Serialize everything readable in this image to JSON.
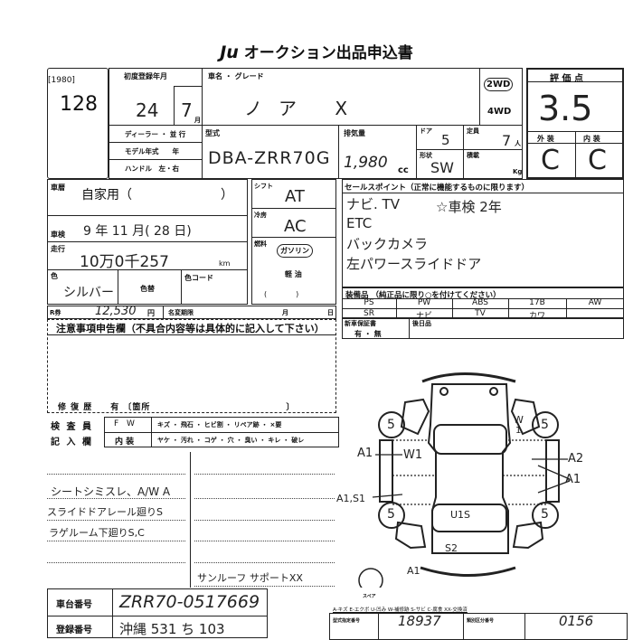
{
  "header": {
    "logo": "Ju",
    "title": "オークション出品申込書"
  },
  "lot": {
    "code": "[1980]",
    "number": "128"
  },
  "first_reg": {
    "label": "初度登録年月",
    "year": "24",
    "month": "7",
    "month_unit": "月"
  },
  "car_name": {
    "label": "車名 ・ グレード",
    "value": "ノア X"
  },
  "drive": {
    "wd2": "2WD",
    "wd4": "4WD"
  },
  "score": {
    "label": "評 価 点",
    "value": "3.5",
    "exterior_label": "外 装",
    "interior_label": "内 装",
    "exterior": "C",
    "interior": "C"
  },
  "dealer": {
    "label": "ディーラー ・ 並 行",
    "model_year_label": "モデル年式　　年",
    "handle_label": "ハンドル　左・右"
  },
  "model": {
    "label": "型式",
    "value": "DBA-ZRR70G"
  },
  "displacement": {
    "label": "排気量",
    "value": "1,980",
    "unit": "cc"
  },
  "doors": {
    "label": "ドア",
    "value": "5"
  },
  "capacity": {
    "label": "定員",
    "value": "7",
    "unit": "人"
  },
  "shape": {
    "label": "形状",
    "value": "SW"
  },
  "load": {
    "label": "積載",
    "unit": "Kg"
  },
  "history": {
    "label": "車暦",
    "value": "自家用（　　　　　　　）"
  },
  "shaken": {
    "label": "車検",
    "value": "9 年 11 月( 28 日)"
  },
  "mileage": {
    "label": "走行",
    "value": "10万0千257",
    "unit": "km"
  },
  "color": {
    "label": "色",
    "value": "シルバー",
    "change_label": "色替",
    "code_label": "色コード"
  },
  "shift": {
    "label": "シフト",
    "value": "AT"
  },
  "ac": {
    "label": "冷房",
    "value": "AC"
  },
  "fuel": {
    "label": "燃料",
    "gasoline": "ガソリン",
    "diesel": "軽 油",
    "other": "(　　　　)"
  },
  "recycle": {
    "label": "R券",
    "value": "12,530",
    "unit": "円",
    "name_change_label": "名変期限",
    "month": "月",
    "day": "日"
  },
  "sales_points": {
    "label": "セールスポイント（正常に機能するものに限ります）",
    "lines": [
      "ナビ. TV",
      "ETC",
      "バックカメラ",
      "左パワースライドドア"
    ],
    "note": "☆車検 2年"
  },
  "equipment": {
    "label": "装備品 （純正品に限り○を付けてください）",
    "row1": [
      "PS",
      "PW",
      "ABS",
      "17B",
      "AW"
    ],
    "row2": [
      "SR",
      "ナビ",
      "TV",
      "カワ",
      ""
    ]
  },
  "warranty": {
    "label": "新車保証書",
    "value": "有 ・ 無",
    "extra_label": "後日品"
  },
  "notes": {
    "label": "注意事項申告欄（不具合内容等は具体的に記入して下さい）",
    "repair": "修 復 歴　　有 〔箇所　　　　　　　　　　　　　　　〕"
  },
  "inspector": {
    "label1": "検 査 員",
    "label2": "記 入 欄",
    "fw": "F W",
    "fw_items": "キズ ・ 飛石 ・ ヒビ割 ・ リペア跡 ・ ×要",
    "interior": "内 装",
    "interior_items": "ヤケ ・ 汚れ ・ コゲ ・ 穴 ・ 臭い ・ キレ ・ 破レ"
  },
  "comments": [
    "シートシミスレ、A/W A",
    "スライドドアレール廻りS",
    "ラゲルーム下廻りS,C"
  ],
  "comments_right": [
    "サンルーフ サポートXX"
  ],
  "diagram_marks": [
    "A1",
    "W1",
    "A1,S1",
    "W",
    "1",
    "A2",
    "A1",
    "U1S",
    "S2",
    "A1",
    "5",
    "5",
    "5",
    "5"
  ],
  "spare_label": "スペア",
  "chassis": {
    "label": "車台番号",
    "value": "ZRR70-0517669",
    "reg_label": "登録番号",
    "reg_value": "沖縄 531 ち 103"
  },
  "legend": "A-キズ E-エクボ U-凹み W-補修跡 S-サビ C-腐食 XX-交換済",
  "codes": {
    "type_label": "型式指定番号",
    "type_value": "18937",
    "class_label": "類別区分番号",
    "class_value": "0156"
  }
}
